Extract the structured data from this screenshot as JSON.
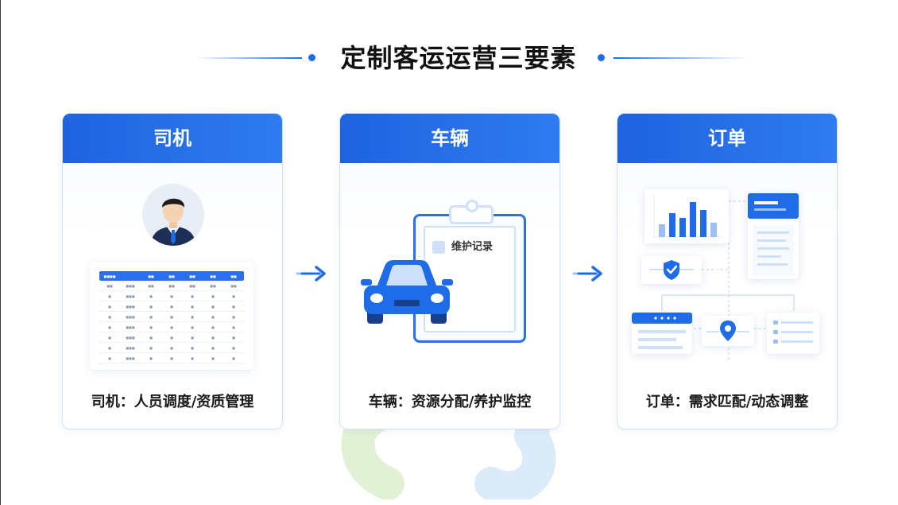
{
  "title": "定制客运运营三要素",
  "cards": [
    {
      "header": "司机",
      "caption": "司机：人员调度/资质管理"
    },
    {
      "header": "车辆",
      "caption": "车辆：资源分配/养护监控",
      "clipboard_label": "维护记录"
    },
    {
      "header": "订单",
      "caption": "订单：需求匹配/动态调整"
    }
  ],
  "colors": {
    "primary": "#1e6ce8",
    "light_blue": "#cfe0fb",
    "text": "#111111"
  },
  "icons": [
    "driver-avatar-icon",
    "schedule-table-icon",
    "clipboard-icon",
    "car-icon",
    "bar-chart-icon",
    "document-icon",
    "check-badge-icon",
    "location-pin-icon",
    "list-icon",
    "arrow-right-icon"
  ]
}
